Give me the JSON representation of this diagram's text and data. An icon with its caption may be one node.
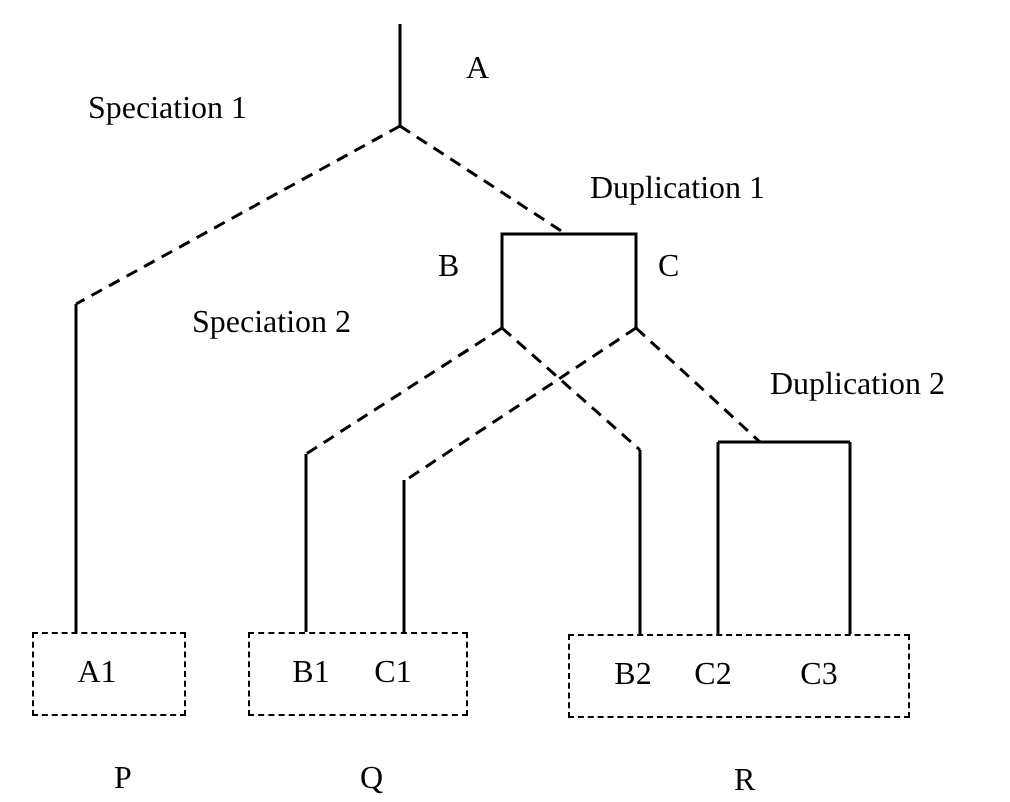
{
  "diagram": {
    "nodes": [
      {
        "text": [],
        "shape": "box",
        "beside": [
          "P"
        ]
      },
      {
        "text": [
          "A1"
        ],
        "in": 0
      },
      {
        "text": [],
        "shape": "box",
        "beside": [
          "Q"
        ]
      },
      {
        "text": [
          "B1"
        ],
        "in": 2
      },
      {
        "text": [
          "C1"
        ],
        "in": 2
      },
      {
        "text": [],
        "shape": "box",
        "beside": [
          "R"
        ]
      },
      {
        "text": [
          "B2"
        ],
        "in": 5
      },
      {
        "text": [
          "C2"
        ],
        "in": 5
      },
      {
        "text": [
          "C3"
        ],
        "in": 5
      }
    ],
    "edges": [
      {
        "from": null,
        "to": 1,
        "arrow": "none"
      },
      {
        "from": null,
        "to": 3,
        "arrow": "none"
      },
      {
        "from": null,
        "to": 4,
        "arrow": "none"
      },
      {
        "from": null,
        "to": 6,
        "arrow": "none"
      },
      {
        "from": null,
        "to": 7,
        "arrow": "none"
      },
      {
        "from": null,
        "to": 8,
        "arrow": "none"
      }
    ],
    "labels": [
      "A",
      "Speciation 1",
      "Duplication 1",
      "B",
      "C",
      "Speciation 2",
      "Duplication 2"
    ]
  }
}
